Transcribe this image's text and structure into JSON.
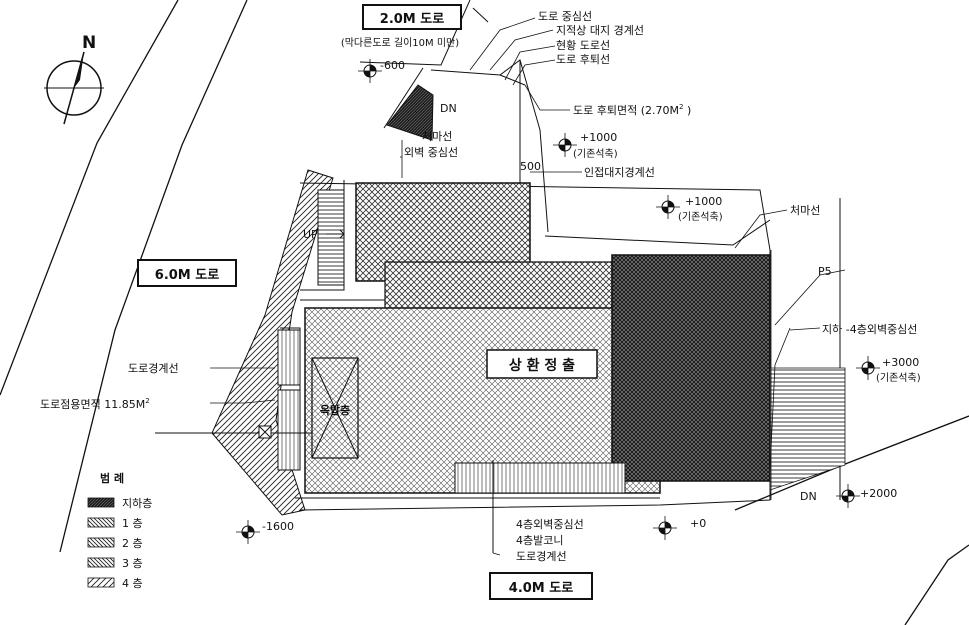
{
  "roads": {
    "top": "2.0M 도로",
    "top_note": "(막다른도로 길이10M 미만)",
    "left": "6.0M 도로",
    "bottom": "4.0M 도로"
  },
  "north": "N",
  "building_label": "상 환 정 출",
  "inner_label": "옥탑층",
  "callouts": {
    "road_center": "도로 중심선",
    "cadastral_boundary": "지적상 대지 경계선",
    "current_road_line": "현황 도로선",
    "road_setback": "도로 후퇴선",
    "setback_area": "도로 후퇴면적 (2.70M",
    "setback_area_close": " )",
    "eave_line_top": "처마선",
    "wall_center": "외벽 중심선",
    "adjacent_boundary": "인접대지경계선",
    "eave_line_right": "처마선",
    "wall_center_b4": "지하 -4층외벽중심선",
    "road_boundary_left": "도로경계선",
    "road_use_area": "도로점용면적 11.85M",
    "wall_center_4f": "4층외벽중심선",
    "balcony_4f": "4층발코니",
    "road_boundary_bottom": "도로경계선"
  },
  "marks": {
    "dn_top": "DN",
    "dn_bottom": "DN",
    "up": "UP",
    "p5": "P5",
    "dim_500": "500"
  },
  "levels": {
    "l_m600": "-600",
    "l_1000a": "+1000",
    "l_1000a_note": "(기존석축)",
    "l_1000b": "+1000",
    "l_1000b_note": "(기존석축)",
    "l_3000": "+3000",
    "l_3000_note": "(기존석축)",
    "l_2000": "+2000",
    "l_0": "+0",
    "l_m1600": "-1600"
  },
  "legend": {
    "title": "범    례",
    "items": [
      "지하층",
      "1      층",
      "2      층",
      "3      층",
      "4      층"
    ]
  }
}
